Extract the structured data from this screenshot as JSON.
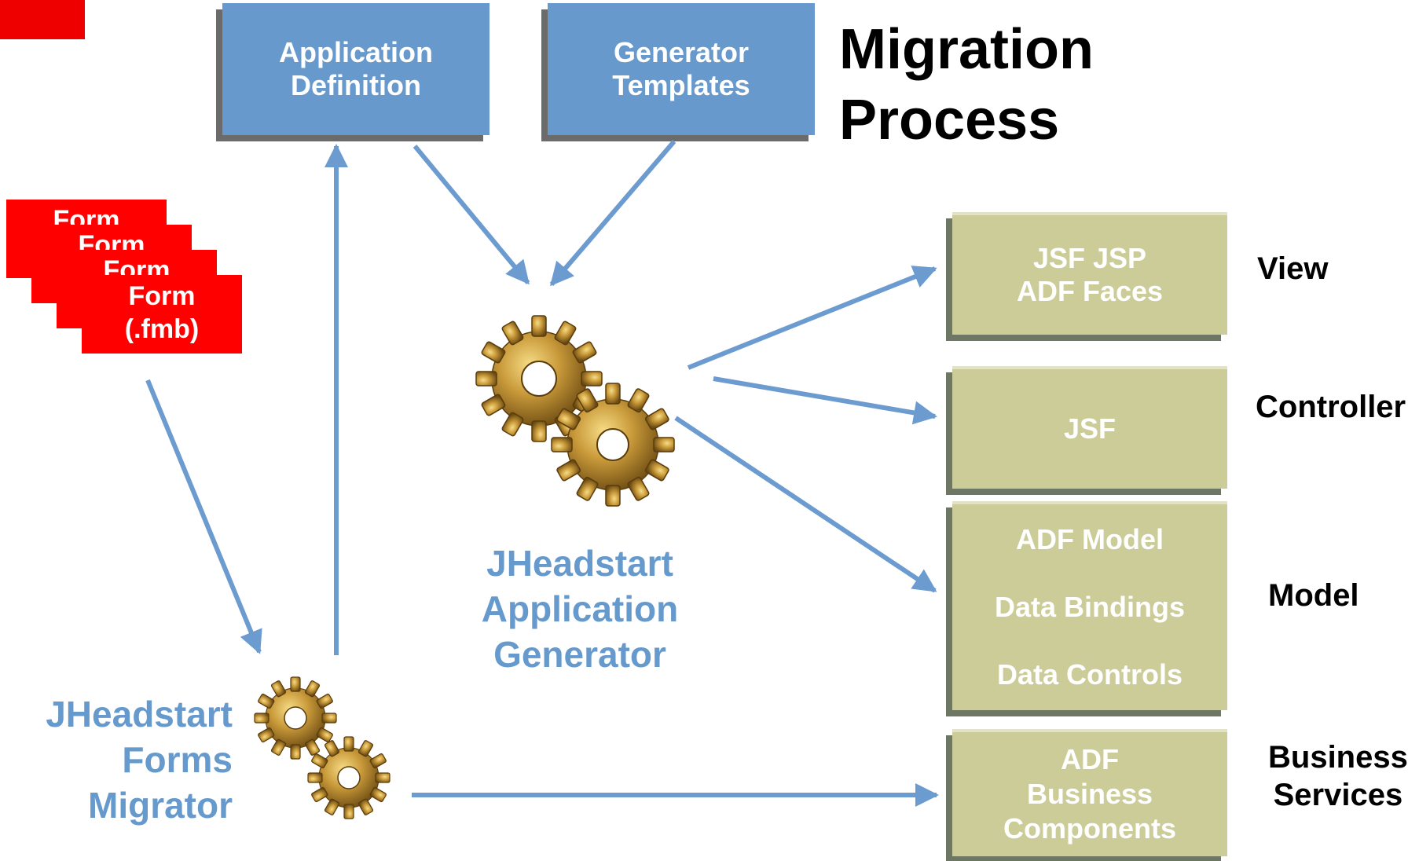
{
  "title": {
    "line1": "Migration",
    "line2": "Process"
  },
  "inputs": {
    "app_definition": {
      "line1": "Application",
      "line2": "Definition"
    },
    "generator_templates": {
      "line1": "Generator",
      "line2": "Templates"
    }
  },
  "forms": {
    "stack_labels": [
      "Form",
      "Form",
      "Form"
    ],
    "front": {
      "line1": "Form",
      "line2": "(.fmb)"
    }
  },
  "generator_label": {
    "line1": "JHeadstart",
    "line2": "Application",
    "line3": "Generator"
  },
  "migrator_label": {
    "line1": "JHeadstart",
    "line2": "Forms",
    "line3": "Migrator"
  },
  "outputs": {
    "view_box": {
      "line1": "JSF JSP",
      "line2": "ADF Faces"
    },
    "controller_box": {
      "line1": "JSF"
    },
    "model_box": {
      "line1": "ADF Model",
      "line2": "Data Bindings",
      "line3": "Data Controls"
    },
    "business_box": {
      "line1": "ADF",
      "line2": "Business",
      "line3": "Components"
    }
  },
  "layers": {
    "view": "View",
    "controller": "Controller",
    "model": "Model",
    "business": {
      "line1": "Business",
      "line2": "Services"
    }
  },
  "colors": {
    "blue_box": "#6799cc",
    "arrow": "#6c9bd0",
    "form_red": "#ff0000",
    "green_box": "#cccc99",
    "label_blue": "#6699cc",
    "gear_gold": "#b8862b"
  },
  "icons": [
    "gears-icon",
    "gears-icon"
  ]
}
